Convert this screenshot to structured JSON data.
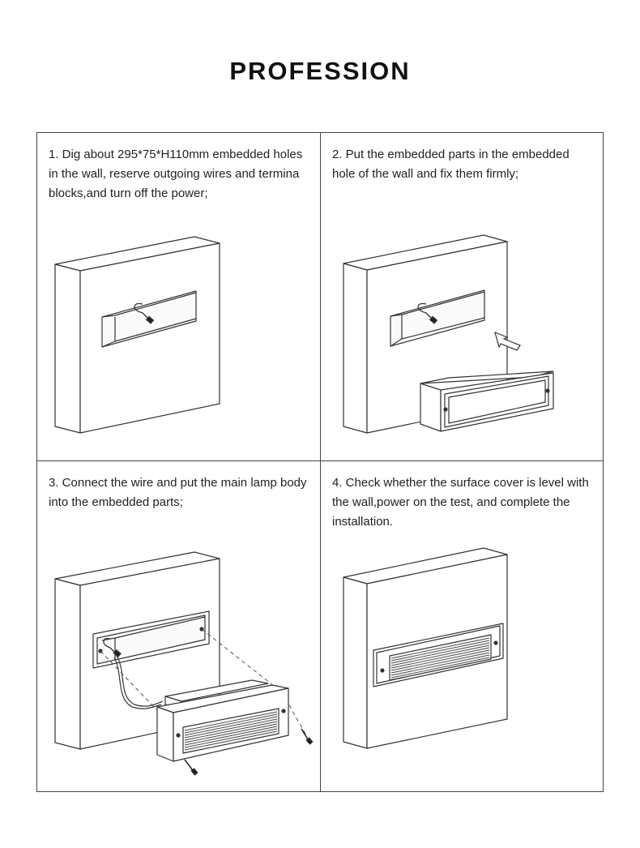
{
  "title": "PROFESSION",
  "steps": [
    {
      "text": "1. Dig about 295*75*H110mm embedded holes in the wall, reserve outgoing wires and termina blocks,and turn off the power;"
    },
    {
      "text": "2. Put the embedded parts in the embedded hole of the wall and fix them firmly;"
    },
    {
      "text": "3. Connect the wire and put the main lamp body into the embedded parts;"
    },
    {
      "text": "4. Check whether the surface cover is level with the wall,power on the test, and complete the installation."
    }
  ]
}
